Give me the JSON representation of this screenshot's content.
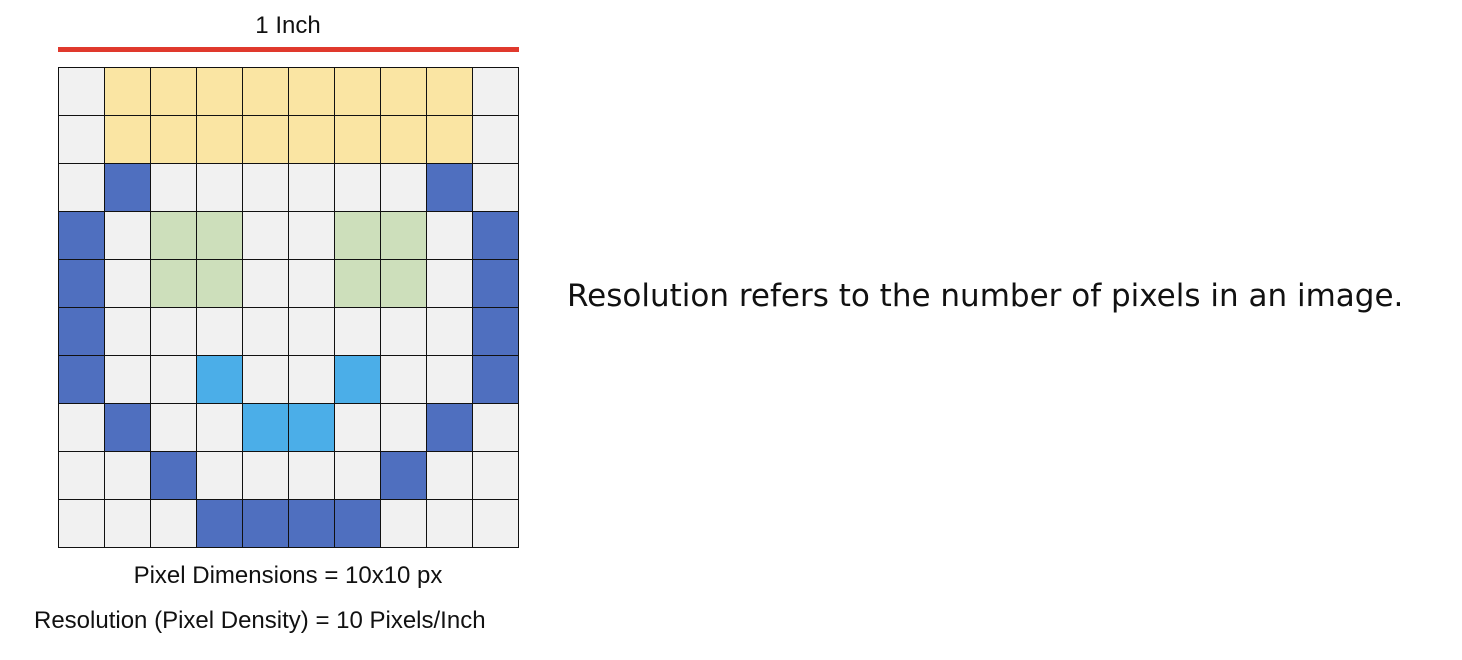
{
  "scale_label": "1 Inch",
  "colors": {
    "ruler": "#e0392d",
    "palette": {
      "W": "#f1f1f1",
      "Y": "#fae5a3",
      "B": "#4f6fbf",
      "G": "#cddfbb",
      "L": "#4baee8"
    }
  },
  "pixel_grid": {
    "rows": [
      "WYYYYYYYYW",
      "WYYYYYYYYW",
      "WBWWWWWWBW",
      "BWGGWWGGWB",
      "BWGGWWGGWB",
      "BWWWWWWWWB",
      "BWWLWWLWWB",
      "WBWWLLWWBW",
      "WWBWWWWBWW",
      "WWWBBBBWWW"
    ]
  },
  "captions": {
    "dimensions": "Pixel Dimensions = 10x10 px",
    "density": "Resolution (Pixel Density) = 10 Pixels/Inch"
  },
  "description": "Resolution refers to the number of pixels in an image."
}
